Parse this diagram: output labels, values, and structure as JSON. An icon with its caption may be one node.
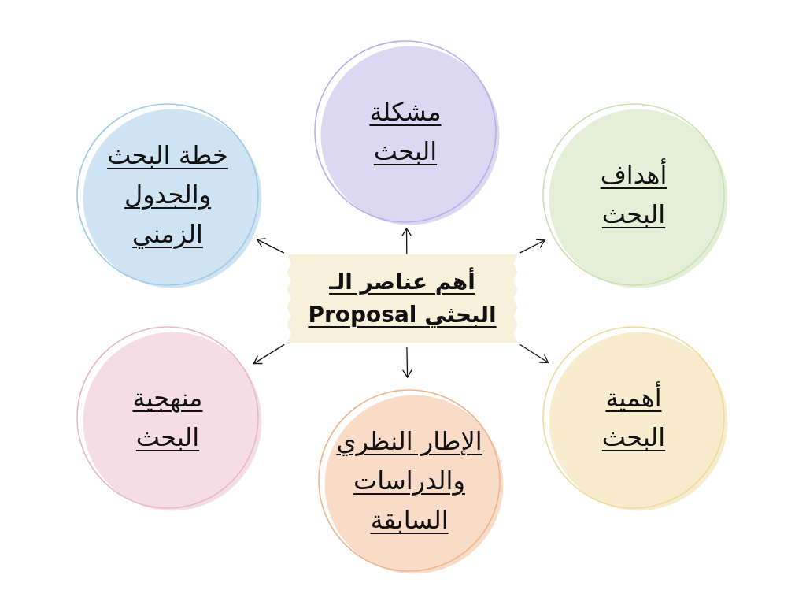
{
  "diagram": {
    "nodes": [
      {
        "text": [
          "أهم عناصر الـ Proposal البحثي"
        ]
      },
      {
        "text": [
          "مشكلة البحث"
        ]
      },
      {
        "text": [
          "أهداف البحث"
        ]
      },
      {
        "text": [
          "أهمية البحث"
        ]
      },
      {
        "text": [
          "الإطار النظري والدراسات السابقة"
        ]
      },
      {
        "text": [
          "منهجية البحث"
        ]
      },
      {
        "text": [
          "خطة البحث والجدول الزمني"
        ]
      }
    ],
    "edges": [
      {
        "from": 0,
        "to": 1,
        "arrow": "to"
      },
      {
        "from": 0,
        "to": 2,
        "arrow": "to"
      },
      {
        "from": 0,
        "to": 3,
        "arrow": "to"
      },
      {
        "from": 0,
        "to": 4,
        "arrow": "to"
      },
      {
        "from": 0,
        "to": 5,
        "arrow": "to"
      },
      {
        "from": 0,
        "to": 6,
        "arrow": "to"
      }
    ]
  }
}
